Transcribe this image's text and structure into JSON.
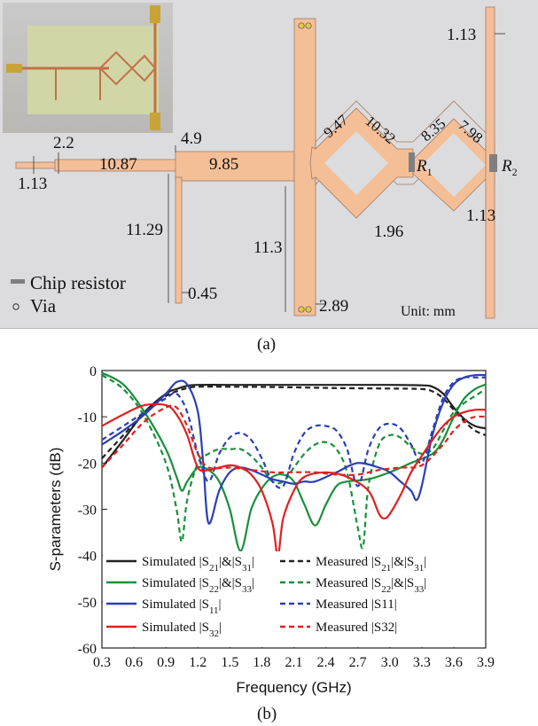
{
  "figure_a": {
    "caption": "(a)",
    "legend": {
      "chip_resistor": "Chip resistor",
      "via": "Via"
    },
    "unit": "Unit: mm",
    "resistors": {
      "r1_main": "R",
      "r1_sub": "1",
      "r2_main": "R",
      "r2_sub": "2"
    },
    "dims": {
      "d_1_13_left": "1.13",
      "d_2_2": "2.2",
      "d_10_87": "10.87",
      "d_4_9": "4.9",
      "d_9_85": "9.85",
      "d_11_29": "11.29",
      "d_0_45": "0.45",
      "d_11_3": "11.3",
      "d_2_89": "2.89",
      "d_9_47": "9.47",
      "d_10_32": "10.32",
      "d_8_35": "8.35",
      "d_7_98": "7.98",
      "d_1_96": "1.96",
      "d_1_13_mid": "1.13",
      "d_1_13_top": "1.13"
    },
    "colors": {
      "copper": "#f4bf97",
      "background": "#dcdcde",
      "resistor": "#7f7f7f"
    }
  },
  "figure_b": {
    "caption": "(b)",
    "colors": {
      "black": "#222222",
      "green": "#1a8f3a",
      "blue": "#2b3fb4",
      "red": "#e02020"
    }
  },
  "chart_data": {
    "type": "line",
    "title": "",
    "xlabel": "Frequency (GHz)",
    "ylabel": "S-parameters (dB)",
    "xlim": [
      0.3,
      3.9
    ],
    "ylim": [
      -60,
      0
    ],
    "xticks": [
      "0.3",
      "0.6",
      "0.9",
      "1.2",
      "1.5",
      "1.8",
      "2.1",
      "2.4",
      "2.7",
      "3.0",
      "3.3",
      "3.6",
      "3.9"
    ],
    "yticks": [
      "0",
      "-10",
      "-20",
      "-30",
      "-40",
      "-50",
      "-60"
    ],
    "legend_position": "bottom",
    "series": [
      {
        "name": "Simulated |S21|&|S31|",
        "legend": {
          "pre": "Simulated |S",
          "s1": "21",
          "mid": "|&|S",
          "s2": "31",
          "post": "|"
        },
        "color": "#222222",
        "dash": "solid",
        "x": [
          0.3,
          0.5,
          0.7,
          0.9,
          1.0,
          1.1,
          1.2,
          1.5,
          2.0,
          2.5,
          3.0,
          3.3,
          3.4,
          3.5,
          3.6,
          3.7,
          3.8,
          3.9
        ],
        "y": [
          -21,
          -15,
          -9,
          -5,
          -4,
          -3.3,
          -3.1,
          -3.1,
          -3.1,
          -3.1,
          -3.1,
          -3.2,
          -3.5,
          -5,
          -8,
          -10.5,
          -12,
          -12.5
        ]
      },
      {
        "name": "Measured |S21|&|S31|",
        "legend": {
          "pre": "Measured |S",
          "s1": "21",
          "mid": "|&|S",
          "s2": "31",
          "post": "|"
        },
        "color": "#222222",
        "dash": "dashed",
        "x": [
          0.3,
          0.5,
          0.7,
          0.9,
          1.0,
          1.1,
          1.2,
          1.5,
          2.0,
          2.5,
          3.0,
          3.3,
          3.4,
          3.5,
          3.6,
          3.7,
          3.8,
          3.9
        ],
        "y": [
          -19,
          -14,
          -9,
          -5.5,
          -4.5,
          -3.8,
          -3.5,
          -3.5,
          -3.6,
          -3.8,
          -3.9,
          -4,
          -4.5,
          -6,
          -8.5,
          -11,
          -13,
          -14
        ]
      },
      {
        "name": "Simulated |S22|&|S33|",
        "legend": {
          "pre": "Simulated |S",
          "s1": "22",
          "mid": "|&|S",
          "s2": "33",
          "post": "|"
        },
        "color": "#1a8f3a",
        "dash": "solid",
        "x": [
          0.3,
          0.5,
          0.7,
          0.9,
          1.0,
          1.05,
          1.1,
          1.2,
          1.3,
          1.4,
          1.5,
          1.6,
          1.7,
          1.8,
          1.9,
          2.0,
          2.1,
          2.2,
          2.3,
          2.4,
          2.5,
          2.6,
          2.8,
          3.0,
          3.2,
          3.4,
          3.5,
          3.6,
          3.7,
          3.8,
          3.9
        ],
        "y": [
          -0.5,
          -3,
          -9,
          -17,
          -23,
          -26,
          -24,
          -21,
          -21.5,
          -24,
          -30,
          -39,
          -30,
          -25.5,
          -23,
          -22.5,
          -24,
          -29,
          -33.5,
          -29,
          -25,
          -24,
          -23.5,
          -22,
          -20,
          -18,
          -15,
          -10,
          -6,
          -4,
          -3
        ]
      },
      {
        "name": "Measured |S22|&|S33|",
        "legend": {
          "pre": "Measured |S",
          "s1": "22",
          "mid": "|&|S",
          "s2": "33",
          "post": "|"
        },
        "color": "#1a8f3a",
        "dash": "dashed",
        "x": [
          0.3,
          0.5,
          0.7,
          0.9,
          1.0,
          1.05,
          1.1,
          1.2,
          1.3,
          1.4,
          1.5,
          1.6,
          1.7,
          1.8,
          1.9,
          2.0,
          2.1,
          2.2,
          2.3,
          2.4,
          2.5,
          2.6,
          2.7,
          2.75,
          2.8,
          2.9,
          3.0,
          3.1,
          3.2,
          3.3,
          3.4,
          3.5,
          3.6,
          3.7,
          3.8,
          3.9
        ],
        "y": [
          -1,
          -4,
          -10,
          -20,
          -30,
          -37,
          -28,
          -20,
          -18,
          -17,
          -17,
          -17,
          -18.5,
          -21,
          -24,
          -24,
          -21,
          -18,
          -16,
          -15.5,
          -17,
          -22,
          -34,
          -38,
          -25,
          -16,
          -14,
          -14.5,
          -16.5,
          -18,
          -17,
          -13,
          -9,
          -7,
          -5.5,
          -4
        ]
      },
      {
        "name": "Simulated |S11|",
        "legend": {
          "pre": "Simulated |S",
          "s1": "11",
          "mid": "",
          "s2": "",
          "post": "|"
        },
        "color": "#2b3fb4",
        "dash": "solid",
        "x": [
          0.3,
          0.5,
          0.7,
          0.9,
          1.0,
          1.1,
          1.2,
          1.25,
          1.3,
          1.4,
          1.5,
          1.6,
          1.7,
          1.8,
          1.9,
          2.0,
          2.1,
          2.2,
          2.3,
          2.5,
          2.7,
          2.9,
          3.0,
          3.1,
          3.2,
          3.25,
          3.3,
          3.4,
          3.5,
          3.6,
          3.7,
          3.8,
          3.9
        ],
        "y": [
          -16,
          -13,
          -9.5,
          -5,
          -2.5,
          -3,
          -9,
          -20,
          -33,
          -26,
          -22,
          -21,
          -21.5,
          -22.5,
          -23.5,
          -24,
          -24.5,
          -24,
          -24,
          -22,
          -20,
          -21,
          -22,
          -24,
          -26,
          -28,
          -25,
          -14,
          -7,
          -3,
          -1.5,
          -1,
          -1
        ]
      },
      {
        "name": "Measured |S11|",
        "legend": {
          "pre": "Measured ",
          "s1": "",
          "mid": "",
          "s2": "",
          "post": "|S11|"
        },
        "color": "#2b3fb4",
        "dash": "dashed",
        "x": [
          0.3,
          0.5,
          0.7,
          0.9,
          1.0,
          1.1,
          1.2,
          1.3,
          1.4,
          1.5,
          1.6,
          1.7,
          1.8,
          1.9,
          2.0,
          2.1,
          2.2,
          2.3,
          2.4,
          2.5,
          2.6,
          2.7,
          2.8,
          2.9,
          3.0,
          3.1,
          3.2,
          3.3,
          3.4,
          3.5,
          3.6,
          3.7,
          3.8,
          3.9
        ],
        "y": [
          -15,
          -12,
          -9,
          -6,
          -5,
          -9,
          -18,
          -24,
          -18,
          -14.5,
          -13.5,
          -15,
          -19,
          -24,
          -25,
          -18,
          -13.5,
          -12,
          -12,
          -13,
          -17,
          -25,
          -17,
          -12.5,
          -11.5,
          -12.5,
          -16,
          -20,
          -13,
          -6,
          -2.5,
          -1.5,
          -1.5,
          -1.5
        ]
      },
      {
        "name": "Simulated |S32|",
        "legend": {
          "pre": "Simulated |S",
          "s1": "32",
          "mid": "",
          "s2": "",
          "post": "|"
        },
        "color": "#e02020",
        "dash": "solid",
        "x": [
          0.3,
          0.5,
          0.7,
          0.9,
          1.0,
          1.1,
          1.2,
          1.3,
          1.4,
          1.5,
          1.6,
          1.7,
          1.8,
          1.9,
          1.95,
          2.0,
          2.1,
          2.2,
          2.4,
          2.6,
          2.8,
          2.9,
          2.95,
          3.0,
          3.1,
          3.2,
          3.3,
          3.4,
          3.5,
          3.6,
          3.7,
          3.8,
          3.9
        ],
        "y": [
          -12,
          -9.5,
          -7.5,
          -7.5,
          -9.5,
          -14,
          -21,
          -21.5,
          -21,
          -20.5,
          -21,
          -22.5,
          -26,
          -33,
          -40,
          -32,
          -26,
          -23,
          -22,
          -23,
          -26,
          -31,
          -32,
          -31,
          -27,
          -22,
          -18.5,
          -15,
          -12,
          -10,
          -9,
          -8.5,
          -8.5
        ]
      },
      {
        "name": "Measured |S32|",
        "legend": {
          "pre": "Measured ",
          "s1": "",
          "mid": "",
          "s2": "",
          "post": "|S32|"
        },
        "color": "#e02020",
        "dash": "dashed",
        "x": [
          0.3,
          0.5,
          0.7,
          0.9,
          1.0,
          1.1,
          1.2,
          1.3,
          1.5,
          1.7,
          1.9,
          2.1,
          2.3,
          2.5,
          2.7,
          2.9,
          3.1,
          3.3,
          3.5,
          3.6,
          3.7,
          3.8,
          3.9
        ],
        "y": [
          -21,
          -16,
          -11,
          -8,
          -8,
          -12,
          -18,
          -21,
          -21,
          -21.5,
          -22,
          -22,
          -22,
          -22.5,
          -22.5,
          -21.5,
          -21,
          -20.5,
          -16,
          -13,
          -11,
          -10,
          -10
        ]
      }
    ]
  }
}
